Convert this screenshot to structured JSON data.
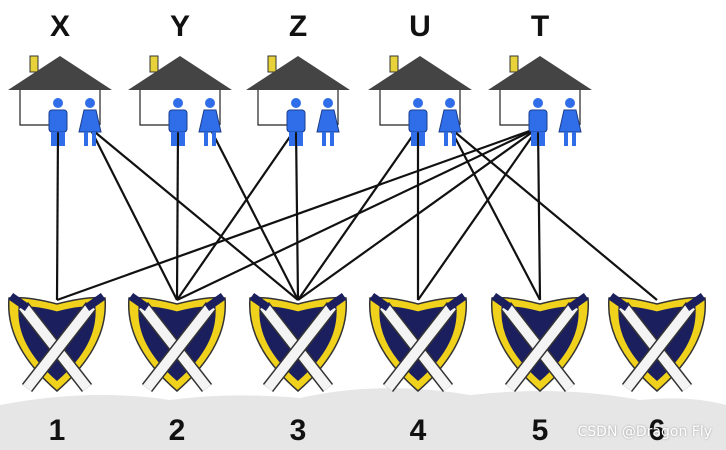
{
  "families": [
    {
      "id": "X",
      "label": "X"
    },
    {
      "id": "Y",
      "label": "Y"
    },
    {
      "id": "Z",
      "label": "Z"
    },
    {
      "id": "U",
      "label": "U"
    },
    {
      "id": "T",
      "label": "T"
    }
  ],
  "teams": [
    {
      "id": "1",
      "label": "1"
    },
    {
      "id": "2",
      "label": "2"
    },
    {
      "id": "3",
      "label": "3"
    },
    {
      "id": "4",
      "label": "4"
    },
    {
      "id": "5",
      "label": "5"
    },
    {
      "id": "6",
      "label": "6"
    }
  ],
  "edges": [
    {
      "family": "X",
      "person": "man",
      "team": "1"
    },
    {
      "family": "X",
      "person": "woman",
      "team": "2"
    },
    {
      "family": "X",
      "person": "woman",
      "team": "3"
    },
    {
      "family": "Y",
      "person": "man",
      "team": "2"
    },
    {
      "family": "Y",
      "person": "woman",
      "team": "3"
    },
    {
      "family": "Z",
      "person": "man",
      "team": "2"
    },
    {
      "family": "Z",
      "person": "man",
      "team": "3"
    },
    {
      "family": "U",
      "person": "man",
      "team": "3"
    },
    {
      "family": "U",
      "person": "man",
      "team": "4"
    },
    {
      "family": "U",
      "person": "woman",
      "team": "5"
    },
    {
      "family": "U",
      "person": "woman",
      "team": "6"
    },
    {
      "family": "T",
      "person": "man",
      "team": "1"
    },
    {
      "family": "T",
      "person": "man",
      "team": "2"
    },
    {
      "family": "T",
      "person": "man",
      "team": "3"
    },
    {
      "family": "T",
      "person": "man",
      "team": "4"
    },
    {
      "family": "T",
      "person": "man",
      "team": "5"
    }
  ],
  "colors": {
    "roof": "#444444",
    "chimney": "#e8d23a",
    "person": "#2f6ee8",
    "shield_rim": "#f0d21c",
    "shield_inner": "#1c1f5e",
    "sword": "#f4f4f4",
    "line": "#111111",
    "ground": "#e6e6e6"
  },
  "watermark": "CSDN @Dragon Fly"
}
